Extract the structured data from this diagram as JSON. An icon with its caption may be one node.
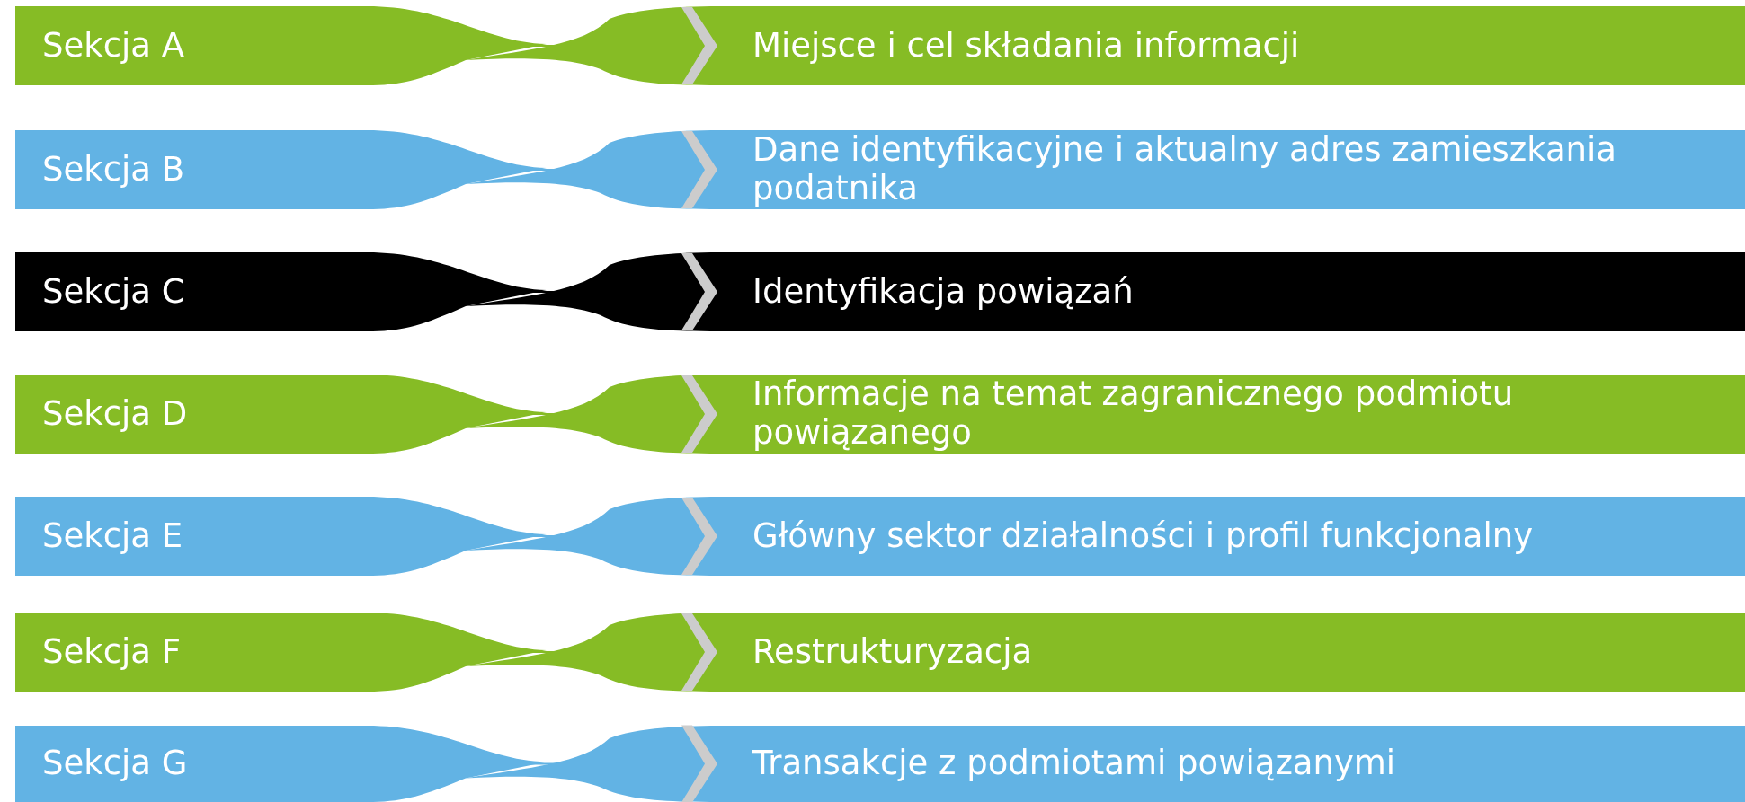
{
  "diagram": {
    "nodes": [
      {
        "text": [
          "Sekcja A"
        ]
      },
      {
        "text": [
          "Miejsce i cel składania informacji"
        ]
      },
      {
        "text": [
          "Sekcja B"
        ]
      },
      {
        "text": [
          "Dane identyfikacyjne i aktualny adres zamieszkania podatnika"
        ]
      },
      {
        "text": [
          "Sekcja C"
        ]
      },
      {
        "text": [
          "Identyfikacja powiązań"
        ]
      },
      {
        "text": [
          "Sekcja D"
        ]
      },
      {
        "text": [
          "Informacje na temat zagranicznego podmiotu powiązanego"
        ]
      },
      {
        "text": [
          "Sekcja E"
        ]
      },
      {
        "text": [
          "Główny sektor działalności i profil funkcjonalny"
        ]
      },
      {
        "text": [
          "Sekcja F"
        ]
      },
      {
        "text": [
          "Restrukturyzacja"
        ]
      },
      {
        "text": [
          "Sekcja G"
        ]
      },
      {
        "text": [
          "Transakcje z podmiotami powiązanymi"
        ]
      }
    ],
    "edges": [
      {
        "from": 0,
        "to": 1,
        "arrow": "to"
      },
      {
        "from": 2,
        "to": 3,
        "arrow": "to",
        "color": "#62b3e4"
      },
      {
        "from": 4,
        "to": 5,
        "arrow": "to",
        "color": "#000000"
      },
      {
        "from": 6,
        "to": 7,
        "arrow": "to"
      },
      {
        "from": 8,
        "to": 9,
        "arrow": "to",
        "color": "#62b3e4"
      },
      {
        "from": 10,
        "to": 11,
        "arrow": "to"
      },
      {
        "from": 12,
        "to": 13,
        "arrow": "to",
        "color": "#62b3e4"
      }
    ]
  }
}
